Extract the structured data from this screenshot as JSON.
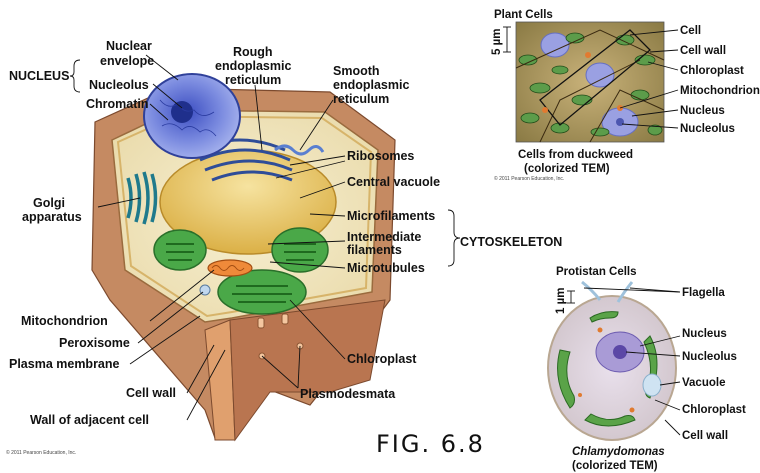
{
  "main_diagram": {
    "labels": {
      "nucleus_group": "NUCLEUS",
      "nuclear_envelope_1": "Nuclear",
      "nuclear_envelope_2": "envelope",
      "nucleolus": "Nucleolus",
      "chromatin": "Chromatin",
      "rough_er_1": "Rough",
      "rough_er_2": "endoplasmic",
      "rough_er_3": "reticulum",
      "smooth_er_1": "Smooth",
      "smooth_er_2": "endoplasmic",
      "smooth_er_3": "reticulum",
      "ribosomes": "Ribosomes",
      "central_vacuole": "Central vacuole",
      "golgi_1": "Golgi",
      "golgi_2": "apparatus",
      "microfilaments": "Microfilaments",
      "intermediate_1": "Intermediate",
      "intermediate_2": "filaments",
      "microtubules": "Microtubules",
      "cytoskeleton_group": "CYTOSKELETON",
      "mitochondrion": "Mitochondrion",
      "peroxisome": "Peroxisome",
      "plasma_membrane": "Plasma membrane",
      "chloroplast": "Chloroplast",
      "cell_wall": "Cell wall",
      "plasmodesmata": "Plasmodesmata",
      "wall_adjacent": "Wall of adjacent cell"
    },
    "copyright": "© 2011 Pearson Education, Inc."
  },
  "plant_cells_panel": {
    "title": "Plant Cells",
    "scale": "5 µm",
    "labels": [
      "Cell",
      "Cell wall",
      "Chloroplast",
      "Mitochondrion",
      "Nucleus",
      "Nucleolus"
    ],
    "caption_1": "Cells from duckweed",
    "caption_2": "(colorized TEM)",
    "copyright": "© 2011 Pearson Education, Inc."
  },
  "protistan_panel": {
    "title": "Protistan Cells",
    "scale": "1 µm",
    "labels": [
      "Flagella",
      "Nucleus",
      "Nucleolus",
      "Vacuole",
      "Chloroplast",
      "Cell wall"
    ],
    "caption_1": "Chlamydomonas",
    "caption_2": "(colorized TEM)"
  },
  "figure_label": "FIG. 6.8",
  "colors": {
    "wall": "#b77a52",
    "cytoplasm": "#f2e9c4",
    "nucleus": "#6f7fd6",
    "vacuole": "#e6c25a",
    "chloroplast": "#3e9a3c",
    "er": "#3f5fa8",
    "golgi": "#2e8fa0",
    "mitochondrion": "#e07a2f"
  }
}
